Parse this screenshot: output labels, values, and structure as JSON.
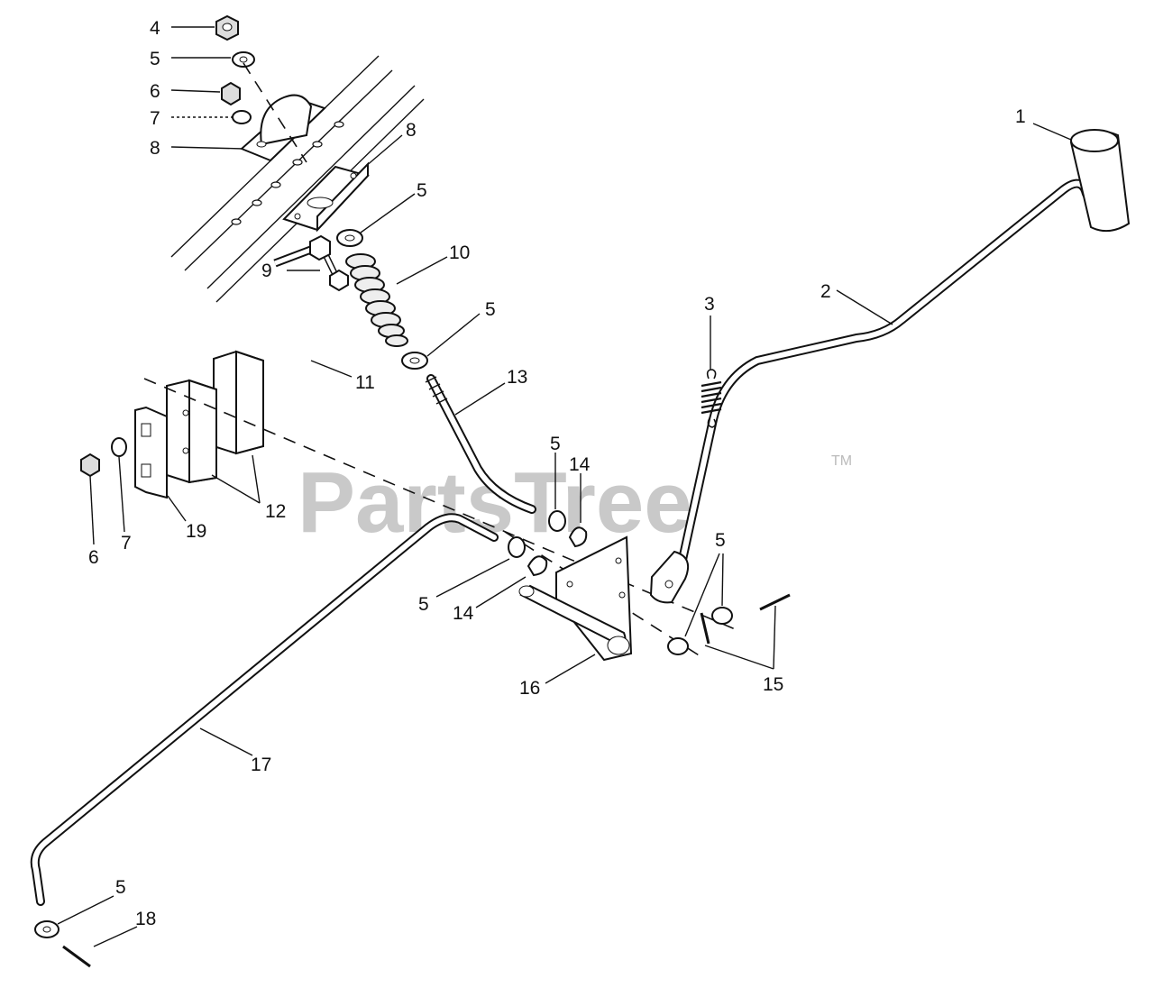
{
  "watermark": {
    "text": "PartsTree",
    "trademark": "TM"
  },
  "callouts": [
    "1",
    "2",
    "3",
    "4",
    "5",
    "5",
    "5",
    "5",
    "5",
    "5",
    "5",
    "6",
    "6",
    "7",
    "7",
    "8",
    "8",
    "9",
    "10",
    "11",
    "12",
    "13",
    "14",
    "14",
    "15",
    "16",
    "17",
    "18",
    "19"
  ]
}
